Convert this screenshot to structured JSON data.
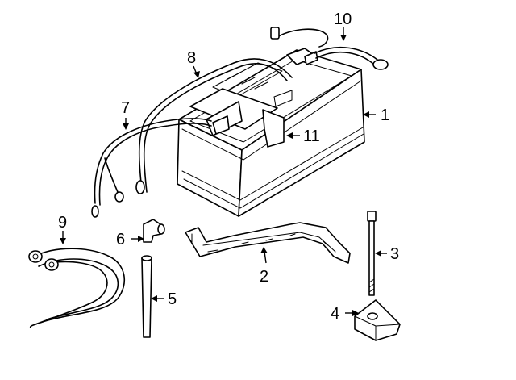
{
  "callouts": [
    {
      "id": "1",
      "label": "1",
      "part": "battery"
    },
    {
      "id": "2",
      "label": "2",
      "part": "hold-down-bracket"
    },
    {
      "id": "3",
      "label": "3",
      "part": "hold-down-bolt"
    },
    {
      "id": "4",
      "label": "4",
      "part": "clamp-block"
    },
    {
      "id": "5",
      "label": "5",
      "part": "vent-hose"
    },
    {
      "id": "6",
      "label": "6",
      "part": "vent-elbow"
    },
    {
      "id": "7",
      "label": "7",
      "part": "negative-cable"
    },
    {
      "id": "8",
      "label": "8",
      "part": "positive-cable"
    },
    {
      "id": "9",
      "label": "9",
      "part": "battery-tray-brace"
    },
    {
      "id": "10",
      "label": "10",
      "part": "sensor-lead"
    },
    {
      "id": "11",
      "label": "11",
      "part": "terminal-cover"
    }
  ]
}
